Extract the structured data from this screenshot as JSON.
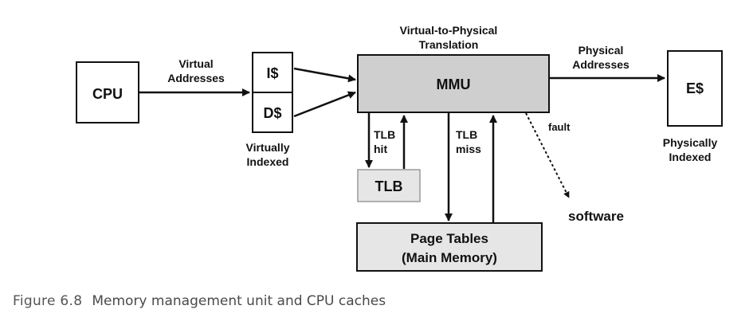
{
  "nodes": {
    "cpu": "CPU",
    "icache": "I$",
    "dcache": "D$",
    "mmu": "MMU",
    "tlb": "TLB",
    "page_tables": [
      "Page Tables",
      "(Main Memory)"
    ],
    "ecache": "E$"
  },
  "labels": {
    "virtual_addresses": [
      "Virtual",
      "Addresses"
    ],
    "virtually_indexed": [
      "Virtually",
      "Indexed"
    ],
    "translation": [
      "Virtual-to-Physical",
      "Translation"
    ],
    "physical_addresses": [
      "Physical",
      "Addresses"
    ],
    "physically_indexed": [
      "Physically",
      "Indexed"
    ],
    "tlb_hit": [
      "TLB",
      "hit"
    ],
    "tlb_miss": [
      "TLB",
      "miss"
    ],
    "fault": "fault",
    "software": "software"
  },
  "caption": {
    "number": "Figure 6.8",
    "text": "Memory management unit and CPU caches"
  },
  "colors": {
    "box_fill": "#ffffff",
    "mmu_fill": "#cfcfcf",
    "tlb_fill": "#e6e6e6",
    "page_tables_fill": "#e6e6e6",
    "stroke": "#111111"
  }
}
